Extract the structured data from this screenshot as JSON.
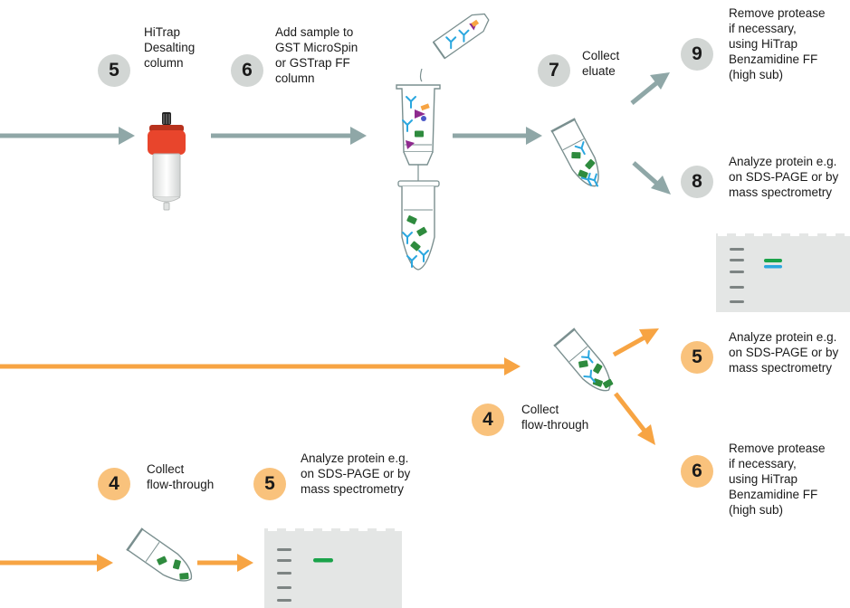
{
  "colors": {
    "gray_arrow": "#8fa7a7",
    "orange_arrow": "#f7a443",
    "gray_circle": "#d2d6d4",
    "orange_circle": "#f9c27c",
    "column_cap": "#e8452c",
    "gel_plate": "#e4e6e5",
    "protein_band": "#1aa34a",
    "protease_band": "#2aa7df",
    "protein_icon": "#2e8b3e",
    "protease_icon": "#2aa7df",
    "tag_icon": "#8e2a8e"
  },
  "steps": {
    "s5_desalt": {
      "number": "5",
      "text": "HiTrap\nDesalting\ncolumn"
    },
    "s6_add": {
      "number": "6",
      "text": "Add sample to\nGST MicroSpin\nor GSTrap FF\ncolumn"
    },
    "s7_collect": {
      "number": "7",
      "text": "Collect\neluate"
    },
    "s9_remove": {
      "number": "9",
      "text": "Remove protease\nif necessary,\nusing HiTrap\nBenzamidine FF\n(high sub)"
    },
    "s8_analyze": {
      "number": "8",
      "text": "Analyze protein e.g.\non SDS-PAGE or by\nmass spectrometry"
    },
    "s5_analyze_mid": {
      "number": "5",
      "text": "Analyze protein e.g.\non SDS-PAGE or by\nmass spectrometry"
    },
    "s4_collect_mid": {
      "number": "4",
      "text": "Collect\nflow-through"
    },
    "s6_remove": {
      "number": "6",
      "text": "Remove protease\nif necessary,\nusing HiTrap\nBenzamidine FF\n(high sub)"
    },
    "s4_collect_bottom": {
      "number": "4",
      "text": "Collect\nflow-through"
    },
    "s5_analyze_bottom": {
      "number": "5",
      "text": "Analyze protein e.g.\non SDS-PAGE or by\nmass spectrometry"
    }
  }
}
